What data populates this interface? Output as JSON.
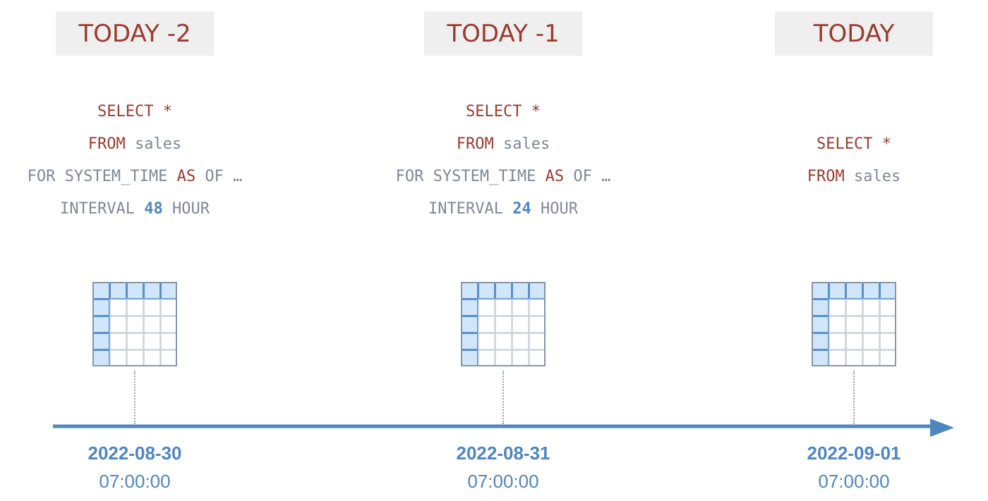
{
  "colors": {
    "accent_red": "#9a3b2e",
    "accent_blue": "#4f86c0",
    "code_gray": "#7f8893",
    "label_bg": "#efefef",
    "table_header_fill": "#cfe6fb",
    "table_border": "#5b8fc9"
  },
  "columns": [
    {
      "label": "TODAY -2",
      "query": {
        "select_kw": "SELECT *",
        "from_kw": "FROM",
        "table": "sales",
        "for_kw": "FOR SYSTEM_TIME",
        "as_kw": "AS",
        "of_text": "OF …",
        "interval_kw": "INTERVAL",
        "interval_value": "48",
        "hour_kw": "HOUR"
      },
      "table_icon": "table-grid-icon",
      "date": "2022-08-30",
      "time": "07:00:00"
    },
    {
      "label": "TODAY -1",
      "query": {
        "select_kw": "SELECT *",
        "from_kw": "FROM",
        "table": "sales",
        "for_kw": "FOR SYSTEM_TIME",
        "as_kw": "AS",
        "of_text": "OF …",
        "interval_kw": "INTERVAL",
        "interval_value": "24",
        "hour_kw": "HOUR"
      },
      "table_icon": "table-grid-icon",
      "date": "2022-08-31",
      "time": "07:00:00"
    },
    {
      "label": "TODAY",
      "query": {
        "select_kw": "SELECT *",
        "from_kw": "FROM",
        "table": "sales"
      },
      "table_icon": "table-grid-icon",
      "date": "2022-09-01",
      "time": "07:00:00"
    }
  ],
  "timeline_icon": "arrow-right-icon"
}
